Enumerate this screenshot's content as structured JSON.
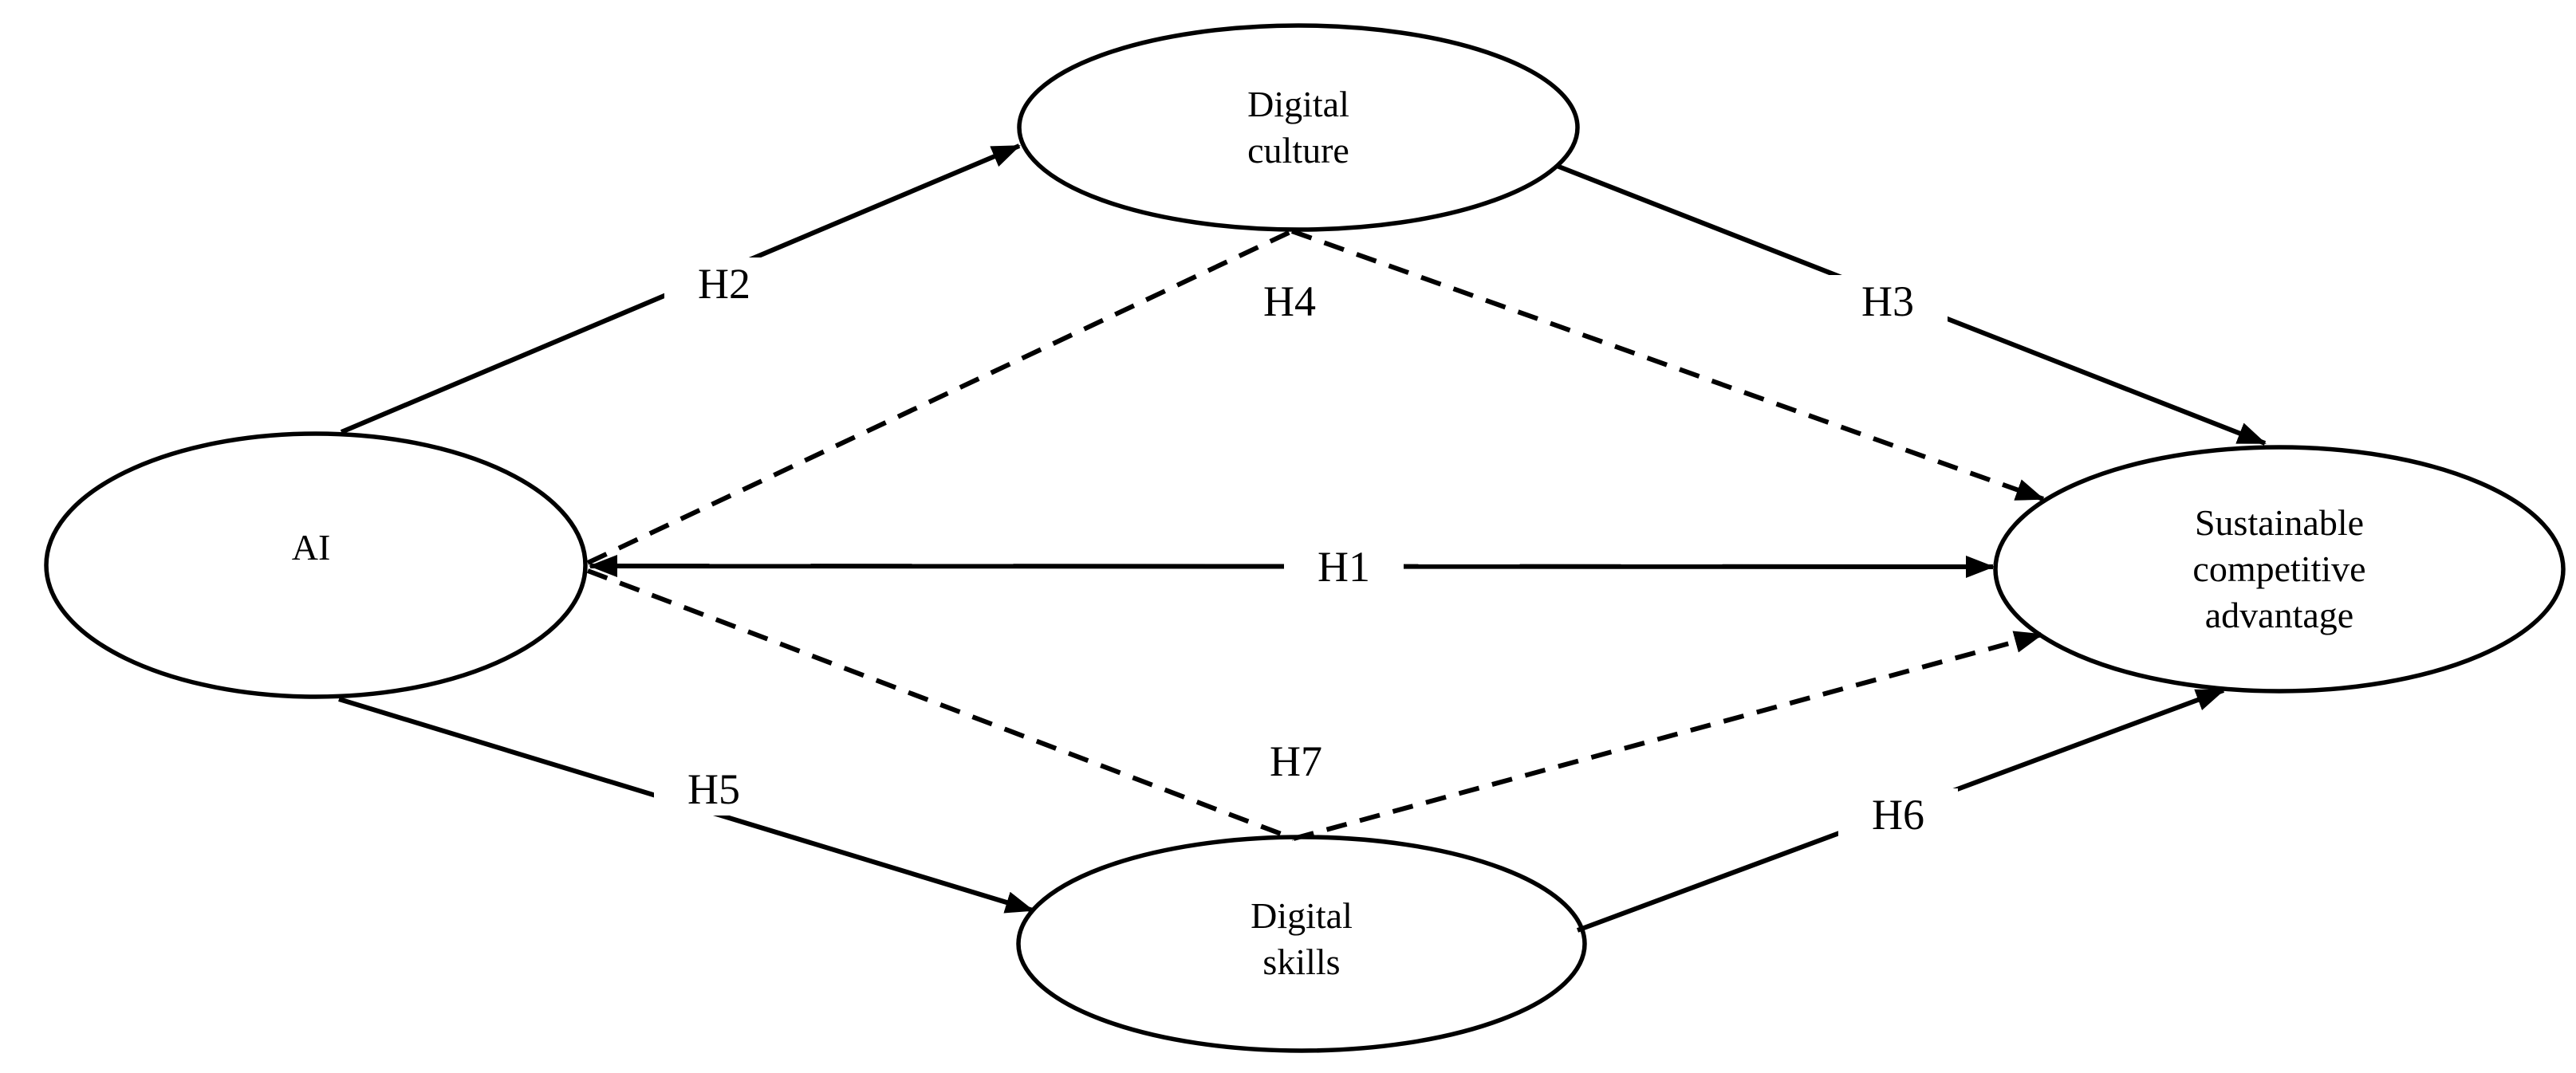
{
  "diagram": {
    "background_color": "#ffffff",
    "line_color": "#000000",
    "nodes": [
      {
        "id": "ai",
        "label": "AI",
        "shape": "ellipse"
      },
      {
        "id": "digital-culture",
        "label": "Digital culture",
        "shape": "ellipse"
      },
      {
        "id": "digital-skills",
        "label": "Digital skills",
        "shape": "ellipse"
      },
      {
        "id": "sustainable-competitive-advantage",
        "label": "Sustainable competitive advantage",
        "shape": "ellipse"
      }
    ],
    "edges": [
      {
        "label": "H1",
        "from": "ai",
        "to": "sustainable-competitive-advantage",
        "style": "solid",
        "arrowheads": "both"
      },
      {
        "label": "H2",
        "from": "ai",
        "to": "digital-culture",
        "style": "solid",
        "arrowheads": "end"
      },
      {
        "label": "H3",
        "from": "digital-culture",
        "to": "sustainable-competitive-advantage",
        "style": "solid",
        "arrowheads": "end"
      },
      {
        "label": "H4",
        "from": "ai",
        "via": "digital-culture",
        "to": "sustainable-competitive-advantage",
        "style": "dashed",
        "arrowheads": "end"
      },
      {
        "label": "H5",
        "from": "ai",
        "to": "digital-skills",
        "style": "solid",
        "arrowheads": "end"
      },
      {
        "label": "H6",
        "from": "digital-skills",
        "to": "sustainable-competitive-advantage",
        "style": "solid",
        "arrowheads": "end"
      },
      {
        "label": "H7",
        "from": "ai",
        "via": "digital-skills",
        "to": "sustainable-competitive-advantage",
        "style": "dashed",
        "arrowheads": "end"
      }
    ]
  }
}
